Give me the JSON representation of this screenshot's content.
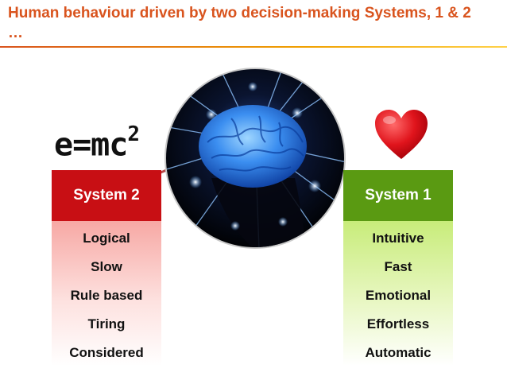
{
  "title": "Human behaviour driven by two decision-making Systems, 1 & 2 …",
  "equation": {
    "base": "e=mc",
    "exponent": "2"
  },
  "colors": {
    "title": "#d9541e",
    "system2_header": "#c80f14",
    "system1_header": "#5a9a12",
    "heart": "#e0141c"
  },
  "icons": {
    "center_image": "brain-icon",
    "emotion_symbol": "heart-icon"
  },
  "system2": {
    "header": "System 2",
    "items": [
      "Logical",
      "Slow",
      "Rule based",
      "Tiring",
      "Considered"
    ]
  },
  "system1": {
    "header": "System 1",
    "items": [
      "Intuitive",
      "Fast",
      "Emotional",
      "Effortless",
      "Automatic"
    ]
  }
}
